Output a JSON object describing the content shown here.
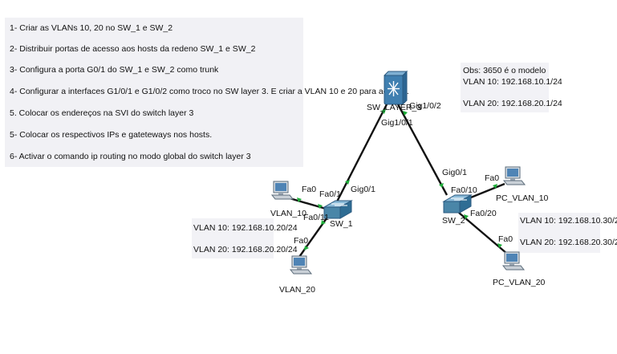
{
  "tasks": [
    "1- Criar as VLANs 10, 20 no SW_1 e SW_2",
    "2- Distribuir portas de acesso aos hosts da redeno SW_1 e SW_2",
    "3- Configura a porta G0/1 do SW_1 e SW_2 como trunk",
    "4- Configurar a interfaces G1/0/1 e G1/0/2 como troco  no SW layer 3. E criar a VLAN 10 e 20 para activáls.",
    "5. Colocar os endereços na SVI do switch layer 3",
    "5- Colocar os respectivos IPs e gateteways nos hosts.",
    "6- Activar o comando ip routing no modo global do switch layer 3"
  ],
  "obs": {
    "line1": "Obs: 3650 é o modelo",
    "line2": "VLAN 10: 192.168.10.1/24",
    "line3": "VLAN 20: 192.168.20.1/24"
  },
  "left_ips": {
    "vlan10": "VLAN 10: 192.168.10.20/24",
    "vlan20": "VLAN 20: 192.168.20.20/24"
  },
  "right_ips": {
    "vlan10": "VLAN 10: 192.168.10.30/24",
    "vlan20": "VLAN 20: 192.168.20.30/24"
  },
  "devices": {
    "l3": "SW_LAYER_3",
    "sw1": "SW_1",
    "sw2": "SW_2",
    "pc_vlan10_left": "VLAN_10",
    "pc_vlan20_left": "VLAN_20",
    "pc_vlan10_right": "PC_VLAN_10",
    "pc_vlan20_right": "PC_VLAN_20"
  },
  "ports": {
    "l3_gig1_0_1": "Gig1/0/1",
    "l3_gig1_0_2": "Gig1/0/2",
    "sw1_gig0_1": "Gig0/1",
    "sw2_gig0_1": "Gig0/1",
    "sw1_fa0_1": "Fa0/1",
    "sw1_fa0_11": "Fa0/11",
    "pc10_left_fa0": "Fa0",
    "pc20_left_fa0": "Fa0",
    "sw2_fa0_10": "Fa0/10",
    "sw2_fa0_20": "Fa0/20",
    "pc10_right_fa0": "Fa0",
    "pc20_right_fa0": "Fa0"
  },
  "colors": {
    "link": "#111111",
    "endpoint_dot": "#1fae3a",
    "switch_body": "#4a86a8",
    "l3_body": "#3f7fb0",
    "pc_body": "#d7dde3",
    "pc_screen": "#4f84b5"
  }
}
